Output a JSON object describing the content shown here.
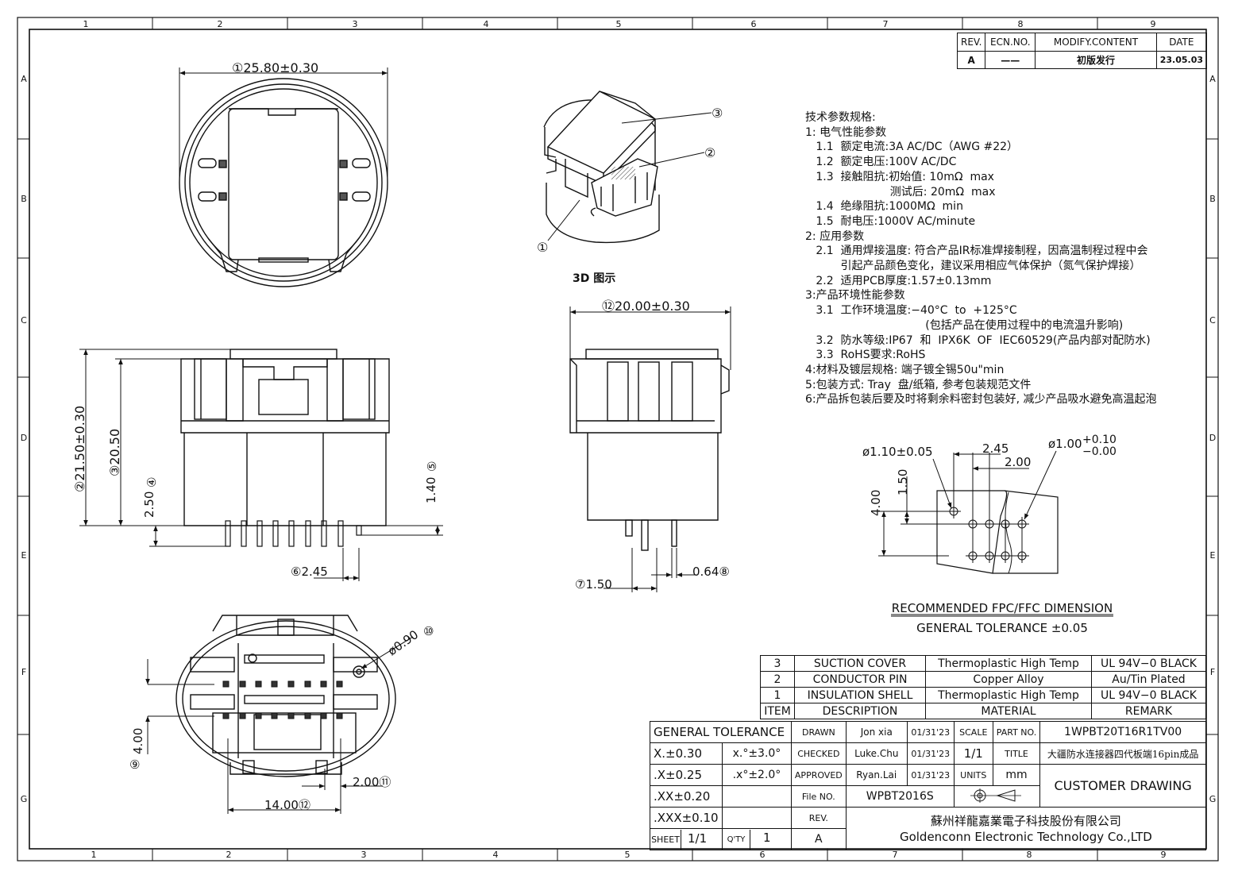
{
  "border": {
    "cols_top": [
      "1",
      "2",
      "3",
      "4",
      "5",
      "6",
      "7",
      "8",
      "9"
    ],
    "cols_bottom": [
      "1",
      "2",
      "3",
      "4",
      "5",
      "6",
      "7",
      "8",
      "9"
    ],
    "rows": [
      "A",
      "B",
      "C",
      "D",
      "E",
      "F",
      "G"
    ]
  },
  "revision_table": {
    "headers": [
      "REV.",
      "ECN.NO.",
      "MODIFY.CONTENT",
      "DATE"
    ],
    "row": [
      "A",
      "——",
      "初版发行",
      "23.05.03"
    ]
  },
  "dims": {
    "d1": "①25.80±0.30",
    "d2": "②21.50±0.30",
    "d3": "③20.50",
    "d4": "2.50",
    "d4_tag": "④",
    "d5": "1.40",
    "d5_tag": "⑤",
    "d6": "⑥2.45",
    "d7": "⑦1.50",
    "d8": "0.64⑧",
    "d9": "4.00",
    "d9_tag": "⑨",
    "d10": "ø0.90",
    "d10_tag": "⑩",
    "d11": "2.00⑪",
    "d12": "14.00⑫",
    "d12b": "⑫20.00±0.30"
  },
  "view3d": {
    "label": "3D 图示",
    "callout1": "①",
    "callout2": "②",
    "callout3": "③"
  },
  "spec": {
    "lines": [
      "技术参数规格:",
      "1: 电气性能参数",
      "   1.1  额定电流:3A AC/DC（AWG #22）",
      "   1.2  额定电压:100V AC/DC",
      "   1.3  接触阻抗:初始值: 10mΩ  max",
      "                        测试后: 20mΩ  max",
      "   1.4  绝缘阻抗:1000MΩ  min",
      "   1.5  耐电压:1000V AC/minute",
      "2: 应用参数",
      "   2.1  通用焊接温度: 符合产品IR标准焊接制程，因高温制程过程中会",
      "          引起产品颜色变化，建议采用相应气体保护（氮气保护焊接）",
      "   2.2  适用PCB厚度:1.57±0.13mm",
      "3:产品环境性能参数",
      "   3.1  工作环境温度:−40°C  to  +125°C",
      "                                  (包括产品在使用过程中的电流温升影响)",
      "   3.2  防水等级:IP67  和  IPX6K  OF  IEC60529(产品内部对配防水)",
      "   3.3  RoHS要求:RoHS",
      "4:材料及镀层规格: 端子镀全锡50u\"min",
      "5:包装方式: Tray  盘/纸箱, 参考包装规范文件",
      "6:产品拆包装后要及时将剩余料密封包装好, 减少产品吸水避免高温起泡"
    ]
  },
  "fpc": {
    "hole": "ø1.10±0.05",
    "pitch1": "2.45",
    "pitch2": "2.00",
    "pin": "ø1.00",
    "tol_plus": "+0.10",
    "tol_minus": "−0.00",
    "v1": "1.50",
    "v2": "4.00",
    "title": "RECOMMENDED FPC/FFC DIMENSION",
    "tolerance": "GENERAL TOLERANCE ±0.05"
  },
  "bom": {
    "rows": [
      [
        "3",
        "SUCTION COVER",
        "Thermoplastic High Temp",
        "UL 94V−0 BLACK"
      ],
      [
        "2",
        "CONDUCTOR PIN",
        "Copper Alloy",
        "Au/Tin Plated"
      ],
      [
        "1",
        "INSULATION SHELL",
        "Thermoplastic High Temp",
        "UL 94V−0 BLACK"
      ]
    ],
    "header": [
      "ITEM",
      "DESCRIPTION",
      "MATERIAL",
      "REMARK"
    ]
  },
  "title_block": {
    "general_tolerance": "GENERAL TOLERANCE",
    "tol_rows": [
      [
        "X.±0.30",
        "x.°±3.0°"
      ],
      [
        ".X±0.25",
        ".x°±2.0°"
      ],
      [
        ".XX±0.20",
        ""
      ],
      [
        ".XXX±0.10",
        ""
      ]
    ],
    "drawn_label": "DRAWN",
    "drawn_name": "Jon xia",
    "drawn_date": "01/31'23",
    "checked_label": "CHECKED",
    "checked_name": "Luke.Chu",
    "checked_date": "01/31'23",
    "approved_label": "APPROVED",
    "approved_name": "Ryan.Lai",
    "approved_date": "01/31'23",
    "scale_label": "SCALE",
    "scale_value": "1/1",
    "units_label": "UNITS",
    "units_value": "mm",
    "part_label": "PART NO.",
    "part_value": "1WPBT20T16R1TV00",
    "title_label": "TITLE",
    "title_value": "大疆防水连接器四代板端16pin成品",
    "file_label": "File NO.",
    "file_value": "WPBT2016S",
    "rev_label": "REV.",
    "rev_value": "A",
    "sheet_label": "SHEET",
    "sheet_value": "1/1",
    "qty_label": "Q'TY",
    "qty_value": "1",
    "customer_drawing": "CUSTOMER DRAWING",
    "company_cn": "蘇州祥龍嘉業電子科技股份有限公司",
    "company_en": "Goldenconn Electronic Technology Co.,LTD"
  }
}
